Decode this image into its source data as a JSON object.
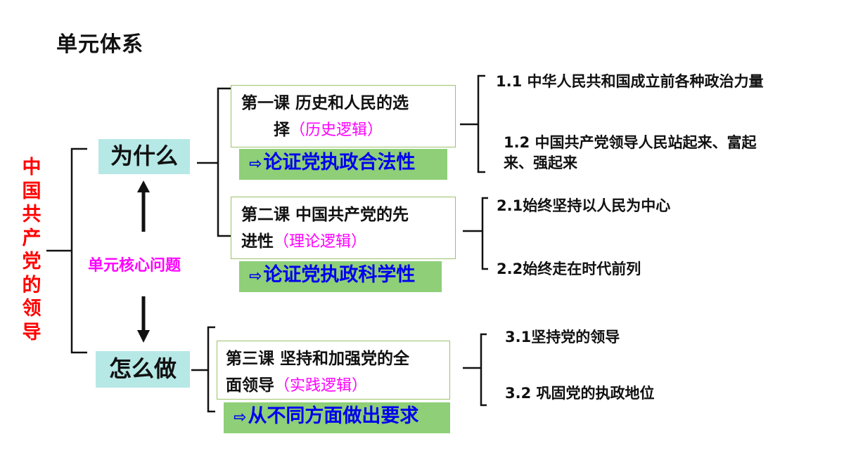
{
  "title": "单元体系",
  "root": "中国共产党的领导",
  "core_question": "单元核心问题",
  "questions": {
    "why": "为什么",
    "how": "怎么做"
  },
  "lessons": [
    {
      "name": "第一课 历史和人民的选择",
      "name_line1": "第一课 历史和人民的选",
      "name_line2": "择",
      "logic": "（历史逻辑）",
      "badge": "论证党执政合法性",
      "points": [
        "1.1 中华人民共和国成立前各种政治力量",
        "1.2 中国共产党领导人民站起来、富起来、强起来"
      ],
      "point2_line1": "1.2 中国共产党领导人民站起来、富起",
      "point2_line2": "来、强起来"
    },
    {
      "name": "第二课 中国共产党的先进性",
      "name_line1": "第二课 中国共产党的先",
      "name_line2": "进性",
      "logic": "（理论逻辑）",
      "badge": "论证党执政科学性",
      "points": [
        "2.1始终坚持以人民为中心",
        "2.2始终走在时代前列"
      ]
    },
    {
      "name": "第三课 坚持和加强党的全面领导",
      "name_line1": "第三课 坚持和加强党的全",
      "name_line2": "面领导",
      "logic": "（实践逻辑）",
      "badge": "从不同方面做出要求",
      "points": [
        "3.1坚持党的领导",
        "3.2 巩固党的执政地位"
      ]
    }
  ],
  "colors": {
    "root": "#ff0000",
    "core": "#ff00ff",
    "logic": "#ff00ff",
    "question_bg": "#b6e8e6",
    "badge_bg": "#8ecf78",
    "badge_text": "#0000ee",
    "lesson_border": "#9cc26a"
  },
  "icons": {
    "badge_arrow": "outline-right-arrow-icon",
    "up_arrow": "up-arrow-icon",
    "down_arrow": "down-arrow-icon"
  }
}
